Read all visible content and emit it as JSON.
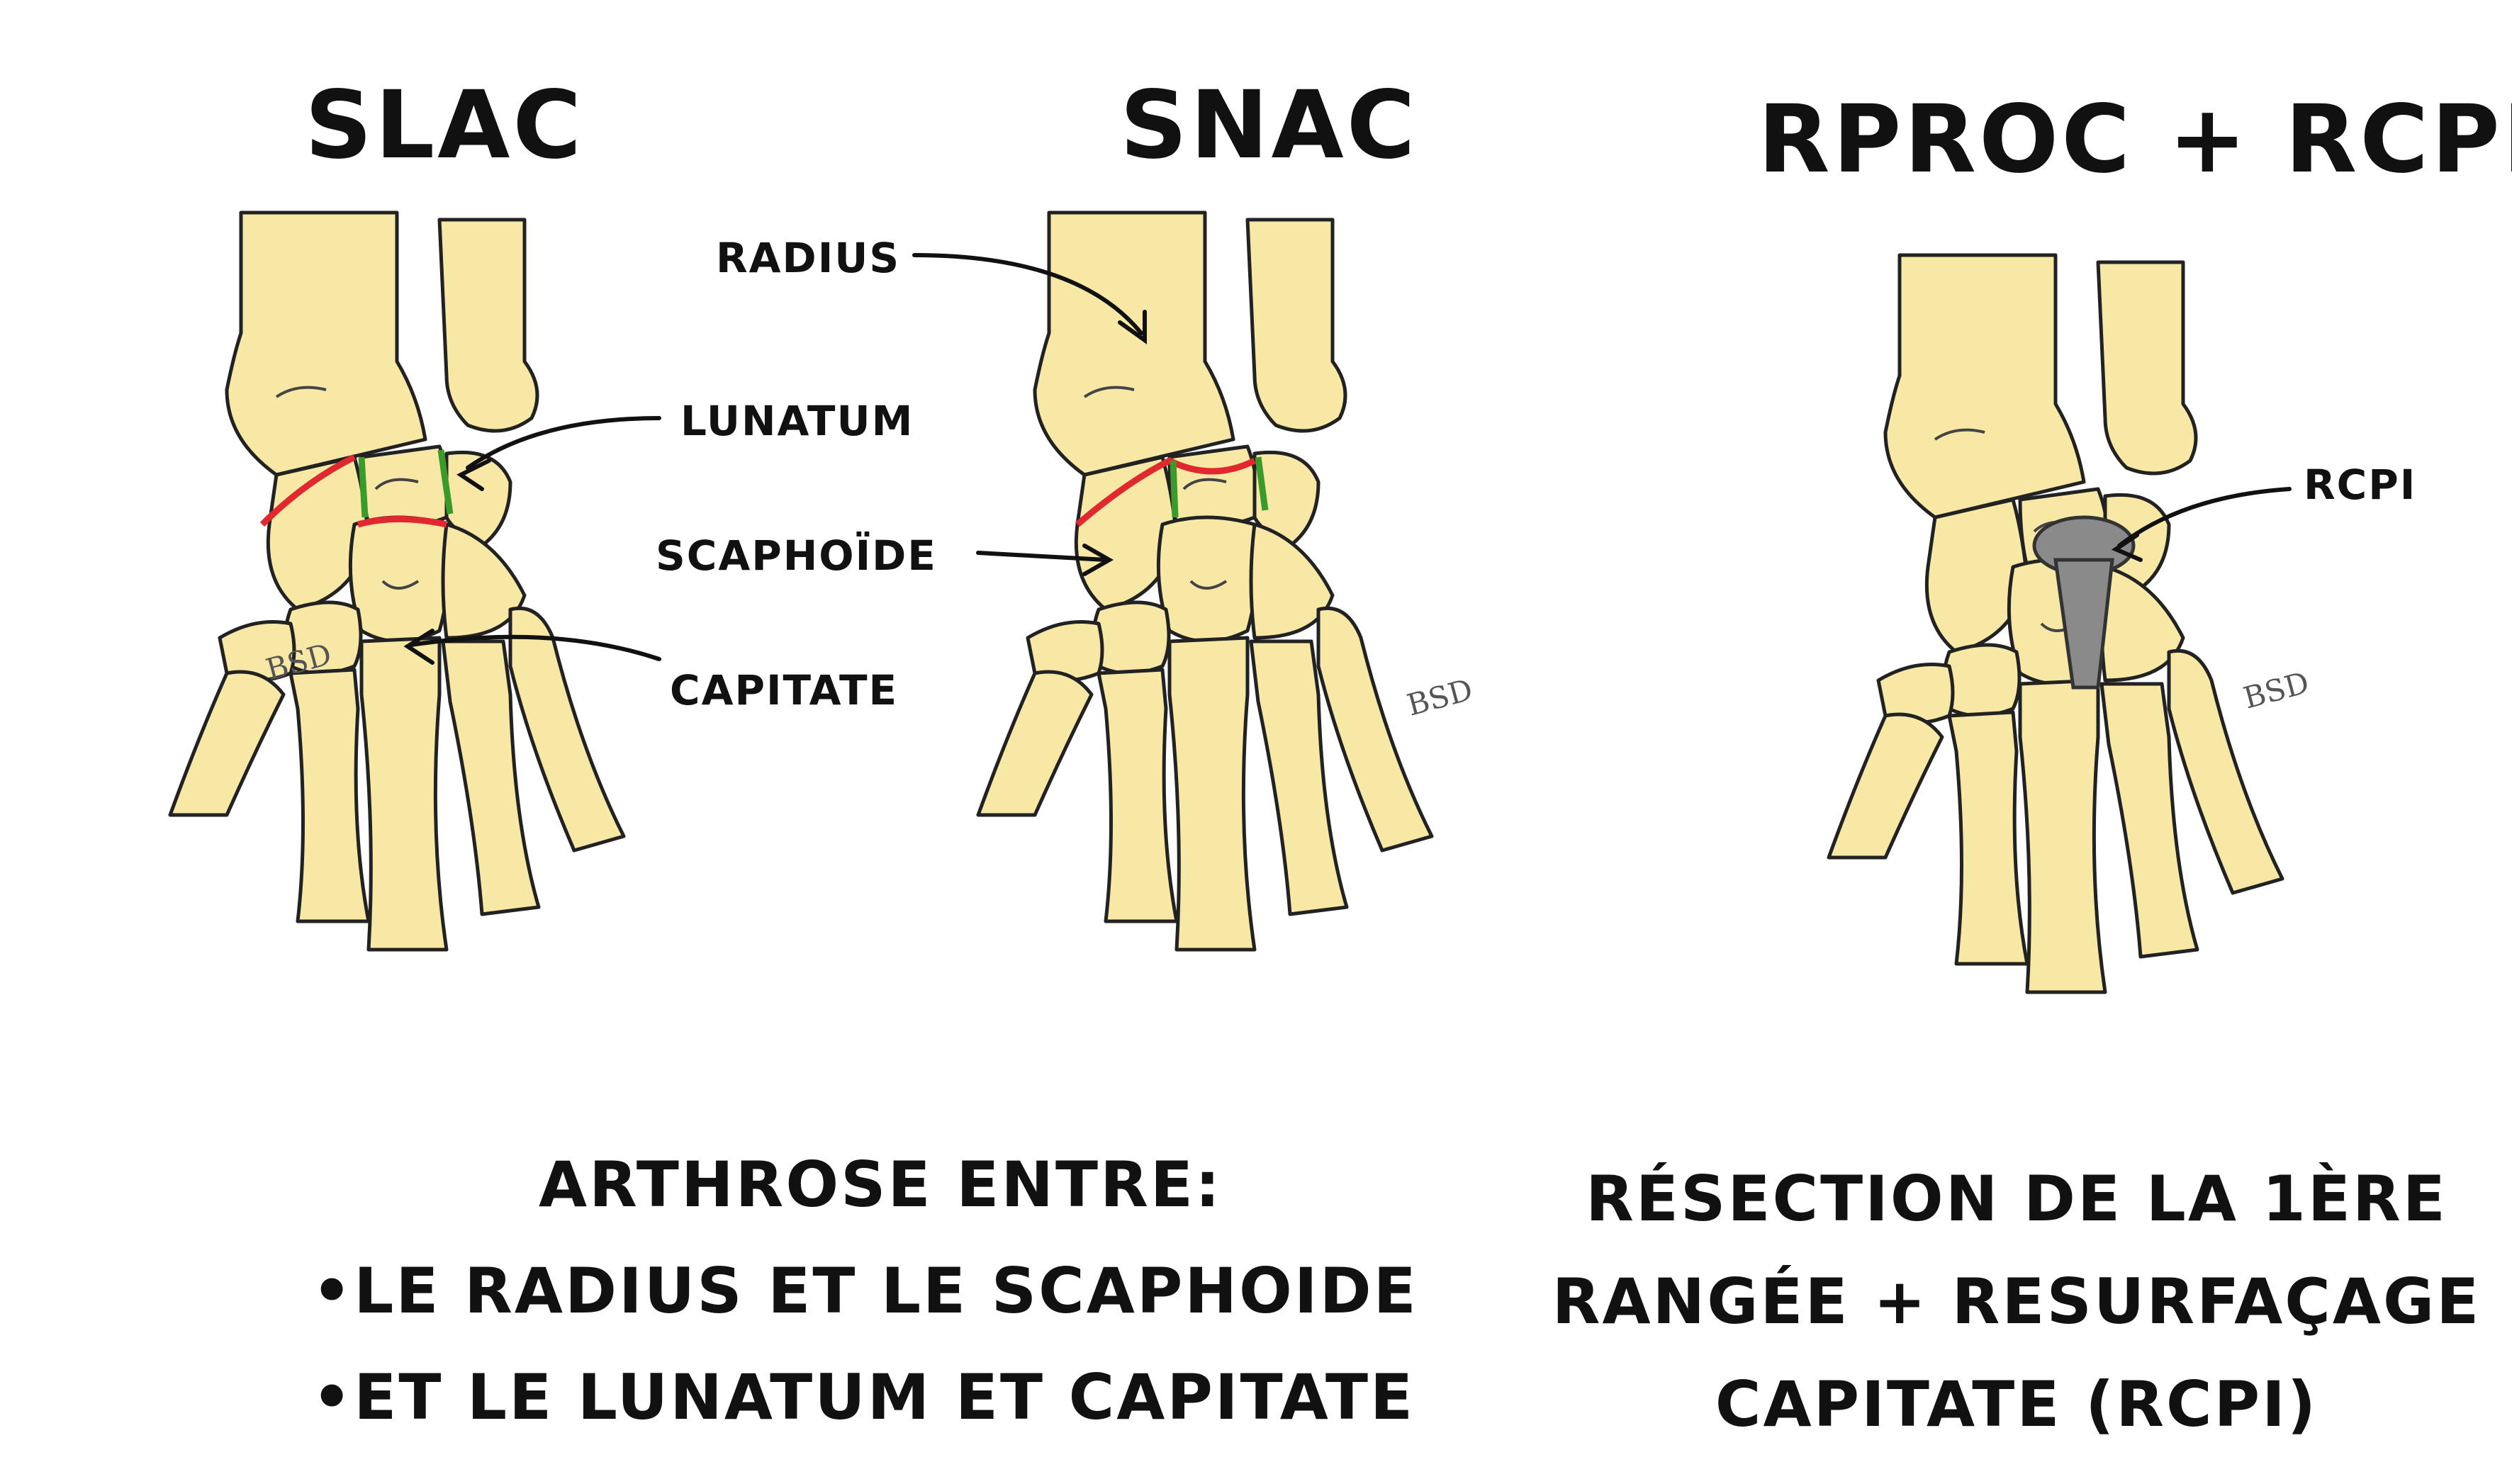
{
  "panels": [
    {
      "title": "SLAC"
    },
    {
      "title": "SNAC"
    },
    {
      "title": "RPROC + RCPI"
    }
  ],
  "labels": {
    "radius": "RADIUS",
    "lunatum": "LUNATUM",
    "scaphoide": "SCAPHOÏDE",
    "capitate": "CAPITATE",
    "rcpi": "RCPI"
  },
  "captions": {
    "left_heading": "ARTHROSE ENTRE:",
    "left_items": [
      "LE RADIUS ET LE SCAPHOIDE",
      "ET LE LUNATUM ET CAPITATE"
    ],
    "right_lines": [
      "RÉSECTION DE LA 1ÈRE",
      "RANGÉE + RESURFAÇAGE",
      "CAPITATE (RCPI)"
    ]
  },
  "signature": "BSD",
  "colors": {
    "bone": "#f7e8a6",
    "outline": "#222222",
    "arthrosis_red": "#e0282e",
    "cartilage_green": "#3a9b2a",
    "implant_gray": "#8a8a8a"
  }
}
